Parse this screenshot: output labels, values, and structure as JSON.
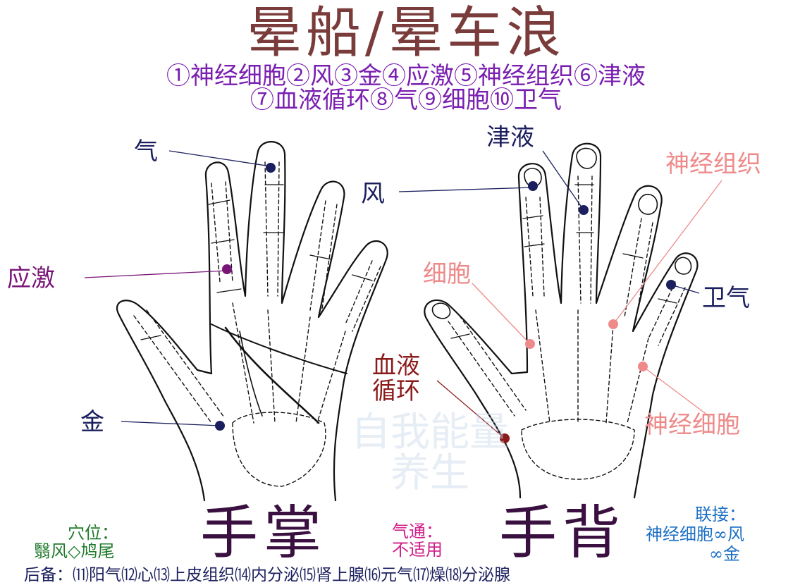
{
  "title": "晕船/晕车浪",
  "legend": {
    "line1": "①神经细胞②风③金④应激⑤神经组织⑥津液",
    "line2": "⑦血液循环⑧气⑨细胞⑩卫气"
  },
  "labels": {
    "palm_qi": "气",
    "palm_stress": "应激",
    "palm_metal": "金",
    "back_fluid": "津液",
    "back_wind": "风",
    "back_nerve_tissue": "神经组织",
    "back_cell": "细胞",
    "back_wei_qi": "卫气",
    "back_blood_1": "血液",
    "back_blood_2": "循环",
    "back_nerve_cell": "神经细胞"
  },
  "hand_titles": {
    "palm": "手掌",
    "back": "手背"
  },
  "acupoint": {
    "heading": "穴位：",
    "value": "翳风◇鸠尾"
  },
  "qi_flow": {
    "heading": "气通：",
    "value": "不适用"
  },
  "link": {
    "heading": "联接：",
    "line1": "神经细胞∞风",
    "line2": "∞金"
  },
  "reserve": "后备：⑾阳气⑿心⒀上皮组织⒁内分泌⒂肾上腺⒃元气⒄燥⒅分泌腺",
  "watermark": {
    "line1": "自我能量",
    "line2": "养生"
  },
  "colors": {
    "title": "#7a3b3b",
    "legend": "#7a1fb0",
    "navy_point": "#1b1f5e",
    "purple_point": "#7a1678",
    "pink_point": "#ee8a8a",
    "maroon_point": "#8b1a1a"
  }
}
